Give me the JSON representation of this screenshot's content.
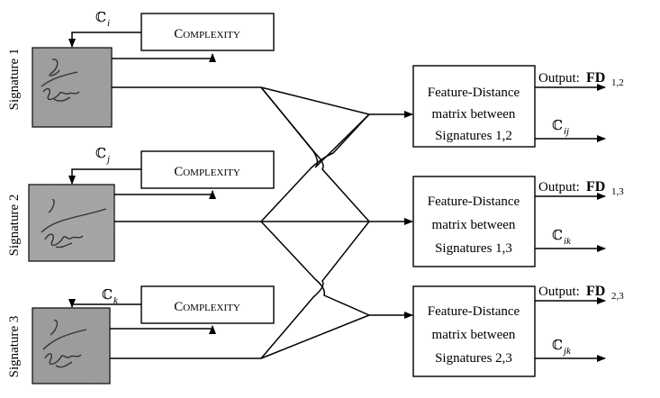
{
  "signatures": [
    {
      "label": "Signature 1"
    },
    {
      "label": "Signature 2"
    },
    {
      "label": "Signature 3"
    }
  ],
  "complexity": {
    "first": "C",
    "rest": "OMPLEXITY"
  },
  "complexity_symbols": [
    {
      "symbol": "ℂ",
      "sub": "i"
    },
    {
      "symbol": "ℂ",
      "sub": "j"
    },
    {
      "symbol": "ℂ",
      "sub": "k"
    }
  ],
  "fd_boxes": [
    {
      "line1": "Feature-Distance",
      "line2": "matrix between",
      "line3": "Signatures 1,2"
    },
    {
      "line1": "Feature-Distance",
      "line2": "matrix between",
      "line3": "Signatures 1,3"
    },
    {
      "line1": "Feature-Distance",
      "line2": "matrix between",
      "line3": "Signatures 2,3"
    }
  ],
  "outputs": [
    {
      "prefix": "Output:",
      "fd": "FD",
      "sub": "1,2"
    },
    {
      "prefix": "Output:",
      "fd": "FD",
      "sub": "1,3"
    },
    {
      "prefix": "Output:",
      "fd": "FD",
      "sub": "2,3"
    }
  ],
  "pair_complexity": [
    {
      "symbol": "ℂ",
      "sub": "ij"
    },
    {
      "symbol": "ℂ",
      "sub": "ik"
    },
    {
      "symbol": "ℂ",
      "sub": "jk"
    }
  ]
}
